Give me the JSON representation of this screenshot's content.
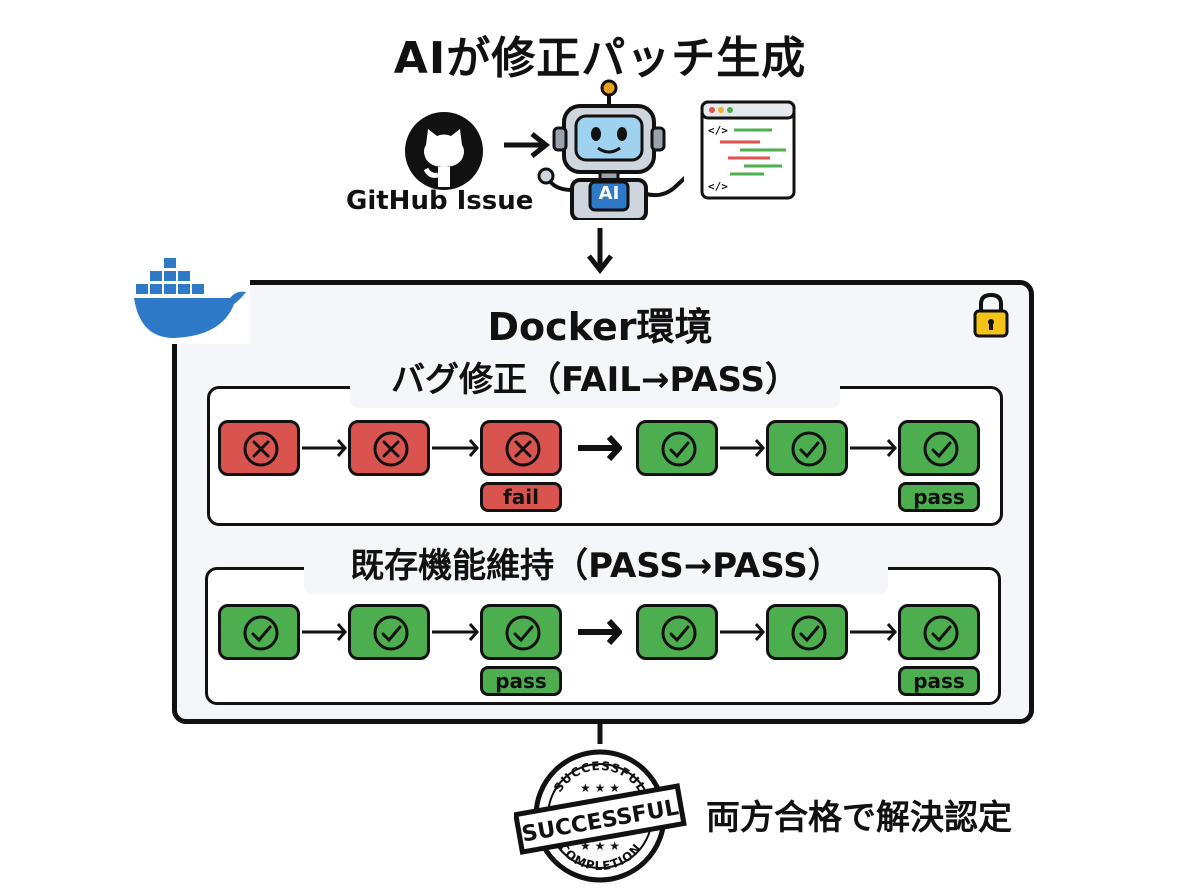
{
  "header": {
    "title": "AIが修正パッチ生成"
  },
  "source": {
    "label": "GitHub Issue",
    "icon": "github-octocat-icon"
  },
  "agent": {
    "badge": "AI",
    "icon": "robot-icon",
    "output_icon": "code-window-icon"
  },
  "environment": {
    "title": "Docker環境",
    "icon": "docker-whale-icon",
    "lock_icon": "padlock-icon"
  },
  "bug_fix": {
    "title": "バグ修正（FAIL→PASS）",
    "before": [
      "fail",
      "fail",
      "fail"
    ],
    "after": [
      "pass",
      "pass",
      "pass"
    ],
    "before_badge": "fail",
    "after_badge": "pass"
  },
  "regression": {
    "title": "既存機能維持（PASS→PASS）",
    "before": [
      "pass",
      "pass",
      "pass"
    ],
    "after": [
      "pass",
      "pass",
      "pass"
    ],
    "before_badge": "pass",
    "after_badge": "pass"
  },
  "stamp": {
    "top": "SUCCESSFUL",
    "banner": "SUCCESSFUL",
    "bottom": "COMPLETION"
  },
  "colors": {
    "fail": "#d9534f",
    "pass": "#4cae4f",
    "docker": "#2f79c9",
    "lock": "#f3c318"
  },
  "result": {
    "text": "両方合格で解決認定"
  }
}
